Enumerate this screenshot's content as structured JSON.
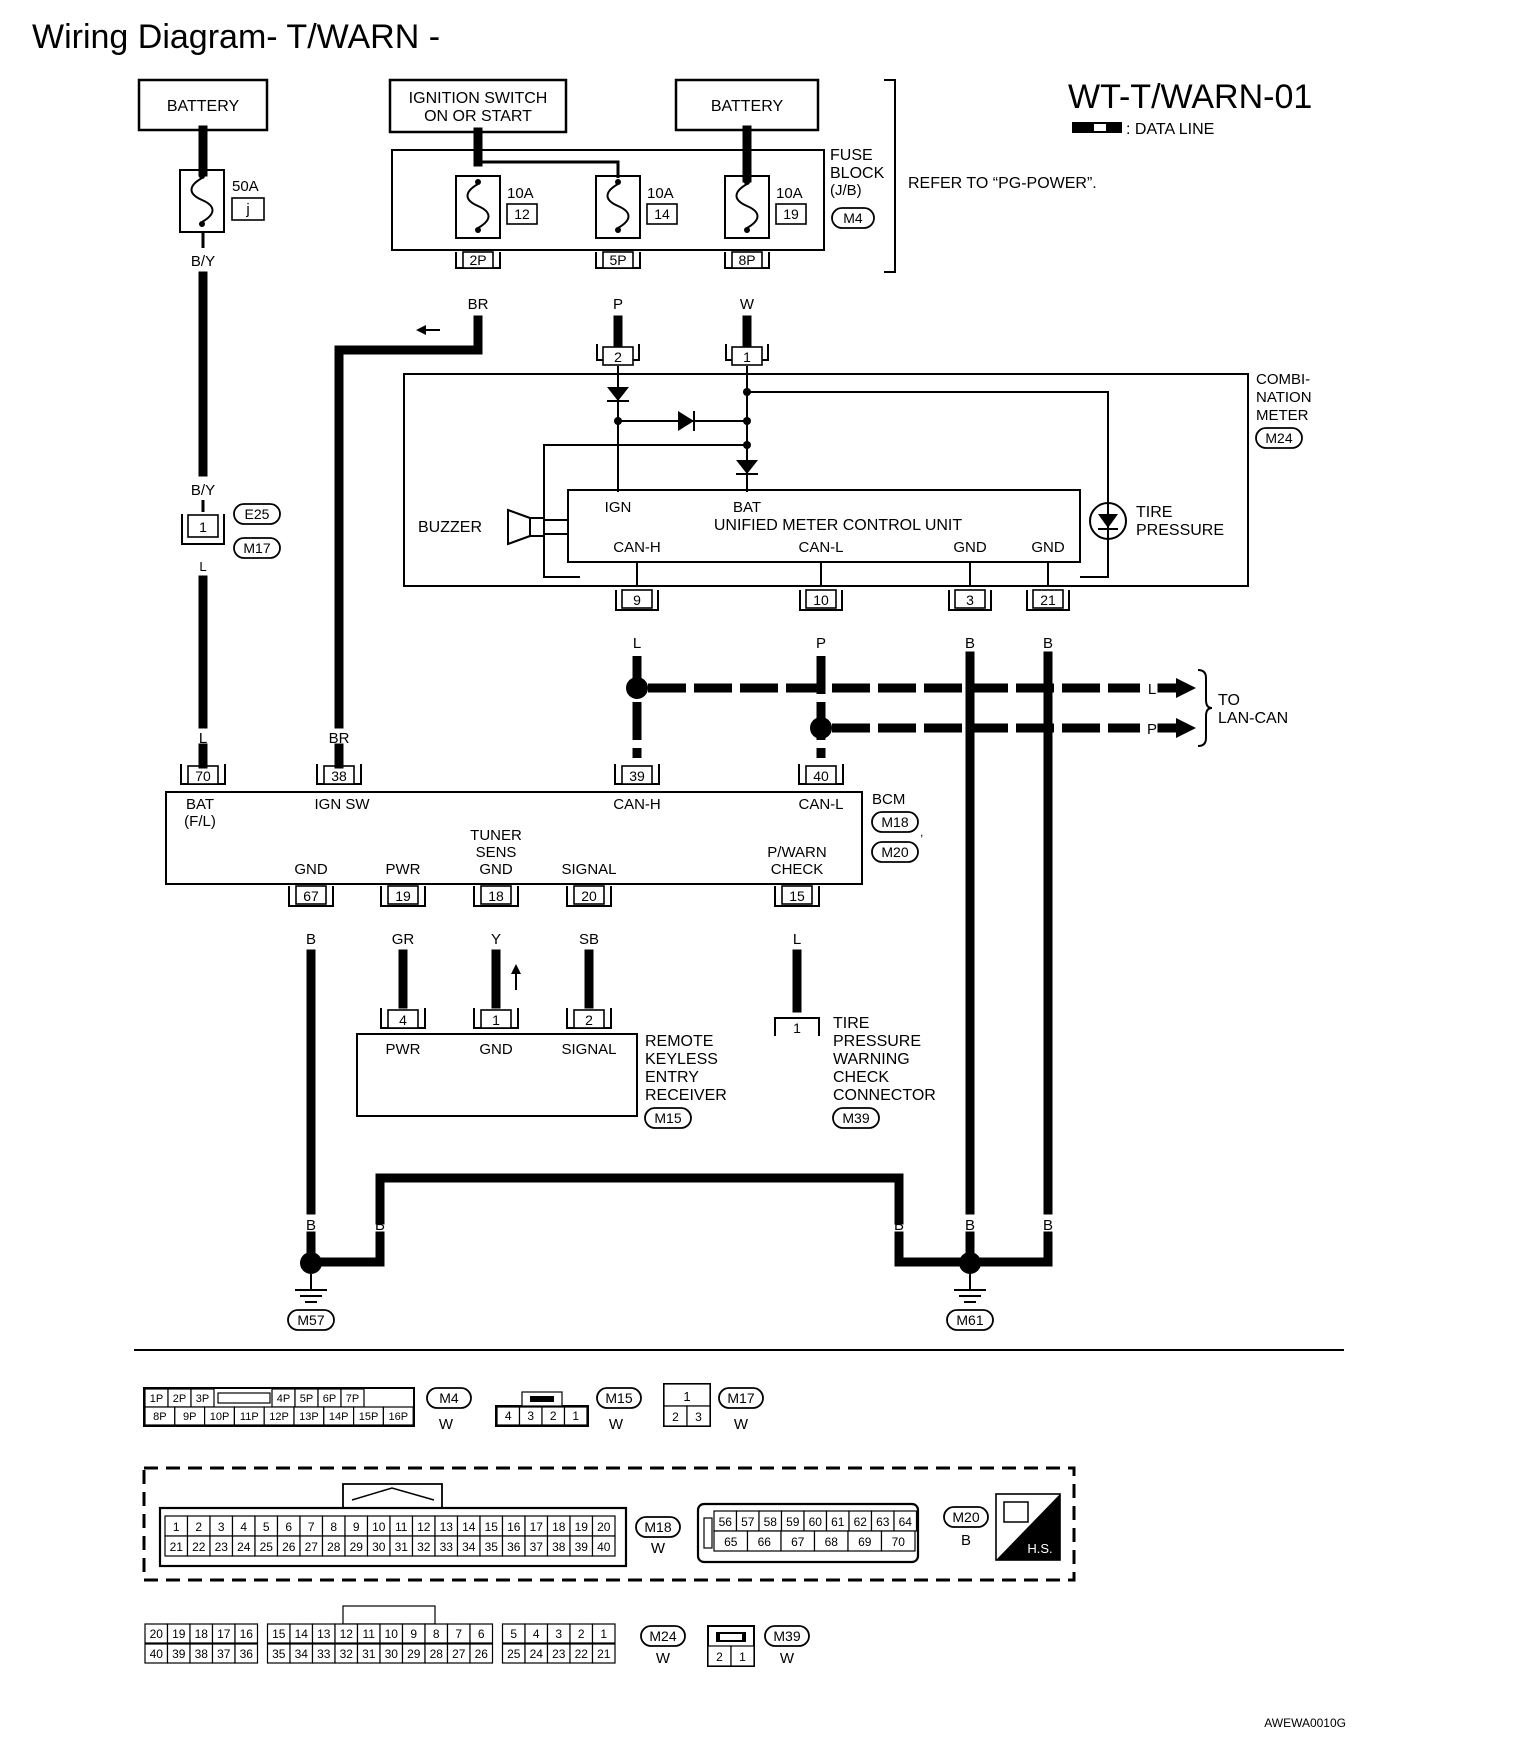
{
  "page": {
    "title": "Wiring Diagram- T/WARN -",
    "diagram_id": "WT-T/WARN-01",
    "legend_data_line": ": DATA LINE",
    "footer_code": "AWEWA0010G",
    "refer_note": "REFER TO “PG-POWER”."
  },
  "power": {
    "battery_left": "BATTERY",
    "ignition_line1": "IGNITION SWITCH",
    "ignition_line2": "ON OR START",
    "battery_right": "BATTERY",
    "fuse_main_amp": "50A",
    "fuse_main_id": "j",
    "fuse_a_amp": "10A",
    "fuse_a_num": "12",
    "fuse_b_amp": "10A",
    "fuse_b_num": "14",
    "fuse_c_amp": "10A",
    "fuse_c_num": "19",
    "fuse_block_l1": "FUSE",
    "fuse_block_l2": "BLOCK",
    "fuse_block_l3": "(J/B)",
    "fuse_block_conn": "M4",
    "pin_2p": "2P",
    "pin_5p": "5P",
    "pin_8p": "8P"
  },
  "wires": {
    "by1": "B/Y",
    "by2": "B/Y",
    "l1": "L",
    "l2": "L",
    "br_top": "BR",
    "br_bot": "BR",
    "p_top": "P",
    "w_top": "W",
    "canh_l": "L",
    "canl_p": "P",
    "gnd3_b": "B",
    "gnd21_b": "B",
    "to_l": "L",
    "to_p": "P",
    "gnd67_b": "B",
    "pwr_gr": "GR",
    "tun_y": "Y",
    "sig_sb": "SB",
    "pw_l": "L",
    "g1": "B",
    "g2": "B",
    "g3": "B",
    "g4": "B",
    "g5": "B"
  },
  "joint": {
    "pin": "1",
    "conn_top": "E25",
    "conn_bot": "M17"
  },
  "meter": {
    "name_l1": "COMBI-",
    "name_l2": "NATION",
    "name_l3": "METER",
    "conn": "M24",
    "pin_in_2": "2",
    "pin_in_1": "1",
    "buzzer": "BUZZER",
    "umcu_name": "UNIFIED METER CONTROL UNIT",
    "ign": "IGN",
    "bat": "BAT",
    "can_h": "CAN-H",
    "can_l": "CAN-L",
    "gnd_a": "GND",
    "gnd_b": "GND",
    "tire_l1": "TIRE",
    "tire_l2": "PRESSURE",
    "pin_9": "9",
    "pin_10": "10",
    "pin_3": "3",
    "pin_21": "21"
  },
  "lan": {
    "l1": "TO",
    "l2": "LAN-CAN"
  },
  "bcm": {
    "name": "BCM",
    "conn_a": "M18",
    "conn_b": "M20",
    "pin_70": "70",
    "pin_38": "38",
    "pin_39": "39",
    "pin_40": "40",
    "bat_l1": "BAT",
    "bat_l2": "(F/L)",
    "ign_sw": "IGN SW",
    "can_h": "CAN-H",
    "can_l": "CAN-L",
    "gnd": "GND",
    "pwr": "PWR",
    "tun_l1": "TUNER",
    "tun_l2": "SENS",
    "tun_l3": "GND",
    "signal": "SIGNAL",
    "pw_l1": "P/WARN",
    "pw_l2": "CHECK",
    "pin_67": "67",
    "pin_19": "19",
    "pin_18": "18",
    "pin_20": "20",
    "pin_15": "15"
  },
  "rke": {
    "pin_4": "4",
    "pin_1": "1",
    "pin_2": "2",
    "pwr": "PWR",
    "gnd": "GND",
    "signal": "SIGNAL",
    "n1": "REMOTE",
    "n2": "KEYLESS",
    "n3": "ENTRY",
    "n4": "RECEIVER",
    "conn": "M15"
  },
  "tpw": {
    "pin": "1",
    "n1": "TIRE",
    "n2": "PRESSURE",
    "n3": "WARNING",
    "n4": "CHECK",
    "n5": "CONNECTOR",
    "conn": "M39"
  },
  "grounds": {
    "left": "M57",
    "right": "M61"
  },
  "connector_faces": {
    "m4_row1": [
      "1P",
      "2P",
      "3P",
      "",
      "4P",
      "5P",
      "6P",
      "7P"
    ],
    "m4_row2": [
      "8P",
      "9P",
      "10P",
      "11P",
      "12P",
      "13P",
      "14P",
      "15P",
      "16P"
    ],
    "m4_label": "M4",
    "m4_color": "W",
    "m15_row": [
      "4",
      "3",
      "2",
      "1"
    ],
    "m15_label": "M15",
    "m15_color": "W",
    "m17_top": "1",
    "m17_row": [
      "2",
      "3"
    ],
    "m17_label": "M17",
    "m17_color": "W",
    "m18_row1": [
      "1",
      "2",
      "3",
      "4",
      "5",
      "6",
      "7",
      "8",
      "9",
      "10",
      "11",
      "12",
      "13",
      "14",
      "15",
      "16",
      "17",
      "18",
      "19",
      "20"
    ],
    "m18_row2": [
      "21",
      "22",
      "23",
      "24",
      "25",
      "26",
      "27",
      "28",
      "29",
      "30",
      "31",
      "32",
      "33",
      "34",
      "35",
      "36",
      "37",
      "38",
      "39",
      "40"
    ],
    "m18_label": "M18",
    "m18_color": "W",
    "m20_row1": [
      "56",
      "57",
      "58",
      "59",
      "60",
      "61",
      "62",
      "63",
      "64"
    ],
    "m20_row2": [
      "65",
      "66",
      "67",
      "68",
      "69",
      "70"
    ],
    "m20_label": "M20",
    "m20_color": "B",
    "hs": "H.S.",
    "m24_row1": [
      "20",
      "19",
      "18",
      "17",
      "16",
      "",
      "15",
      "14",
      "13",
      "12",
      "11",
      "10",
      "9",
      "8",
      "7",
      "6",
      "",
      "5",
      "4",
      "3",
      "2",
      "1"
    ],
    "m24_row2": [
      "40",
      "39",
      "38",
      "37",
      "36",
      "",
      "35",
      "34",
      "33",
      "32",
      "31",
      "30",
      "29",
      "28",
      "27",
      "26",
      "",
      "25",
      "24",
      "23",
      "22",
      "21"
    ],
    "m24_label": "M24",
    "m24_color": "W",
    "m39_row": [
      "2",
      "1"
    ],
    "m39_label": "M39",
    "m39_color": "W"
  }
}
